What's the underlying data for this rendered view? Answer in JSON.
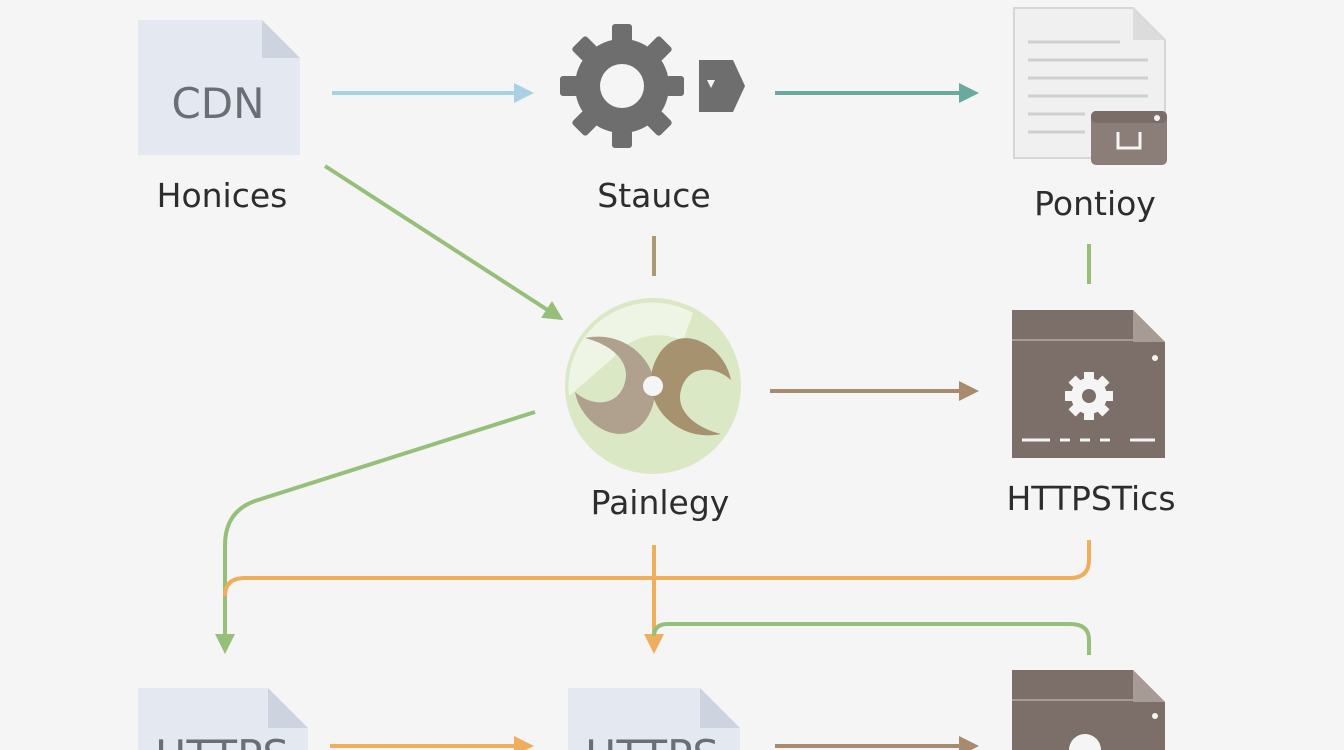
{
  "nodes": {
    "cdn_doc_text": "CDN",
    "honices": "Honices",
    "stauce": "Stauce",
    "pontioy": "Pontioy",
    "painlegy": "Painlegy",
    "httpstics": "HTTPSTics",
    "bottom_left_doc_text": "HTTPS",
    "bottom_mid_doc_text": "HTTPS"
  },
  "icons": {
    "cdn": "document-icon",
    "stauce": "gear-icon",
    "stauce_badge": "tag-icon",
    "pontioy": "text-document-icon",
    "pontioy_badge": "browser-window-icon",
    "painlegy": "swirl-logo-icon",
    "httpstics": "server-gear-icon",
    "bottom_left": "document-icon",
    "bottom_mid": "document-icon",
    "bottom_right": "server-gear-icon"
  },
  "colors": {
    "background": "#f4f5f4",
    "arrow_blue": "#a9d1e4",
    "arrow_teal": "#6aa99d",
    "arrow_green": "#96c07a",
    "arrow_brown": "#a88a6c",
    "arrow_orange": "#efae5e",
    "doc_blue": "#e3e8f1",
    "gear_gray": "#6e6e6e",
    "server_brown": "#7c6f69"
  }
}
